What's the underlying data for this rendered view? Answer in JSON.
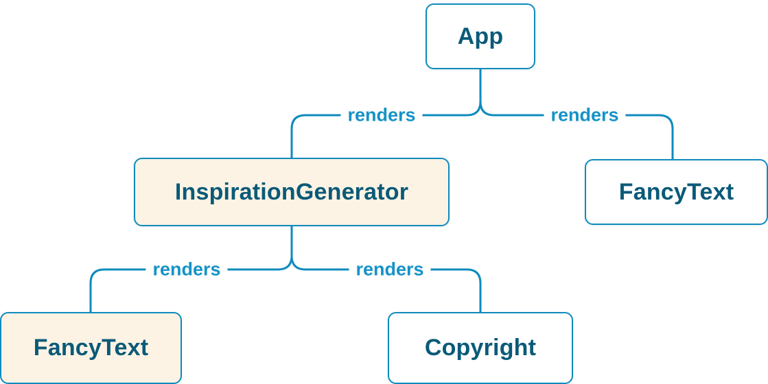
{
  "diagram": {
    "colors": {
      "line": "#0E8BBD",
      "box_border": "#0E8BBD",
      "box_text": "#0A5A78",
      "renders_label": "#1593C6",
      "highlight_bg": "#FCF3E4",
      "default_bg": "#FFFFFF",
      "page_bg": "#FFFFFF"
    },
    "nodes": [
      {
        "id": "app",
        "label": "App",
        "variant": "default"
      },
      {
        "id": "inspiration-generator",
        "label": "InspirationGenerator",
        "variant": "highlight"
      },
      {
        "id": "fancy-text-top",
        "label": "FancyText",
        "variant": "default"
      },
      {
        "id": "fancy-text-bottom",
        "label": "FancyText",
        "variant": "highlight"
      },
      {
        "id": "copyright",
        "label": "Copyright",
        "variant": "default"
      }
    ],
    "edges": [
      {
        "from": "App",
        "to": "InspirationGenerator",
        "label": "renders"
      },
      {
        "from": "App",
        "to": "FancyText",
        "label": "renders"
      },
      {
        "from": "InspirationGenerator",
        "to": "FancyText",
        "label": "renders"
      },
      {
        "from": "InspirationGenerator",
        "to": "Copyright",
        "label": "renders"
      }
    ]
  }
}
